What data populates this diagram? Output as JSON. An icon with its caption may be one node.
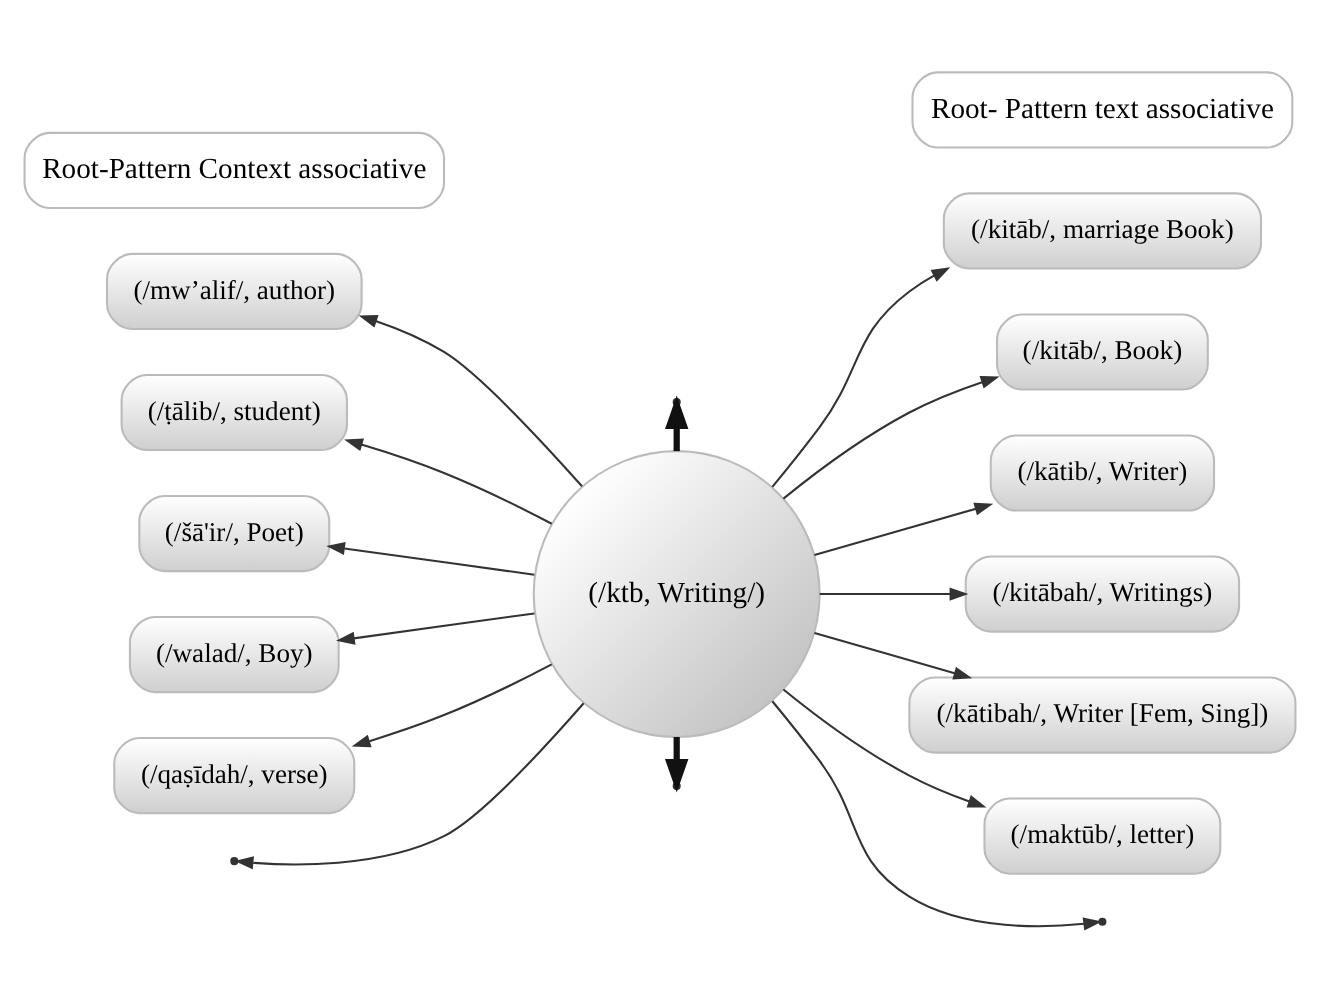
{
  "diagram": {
    "nodes": [
      {
        "text": [
          "Root-Pattern Context associative"
        ]
      },
      {
        "text": [
          "Root- Pattern text associative"
        ]
      },
      {
        "text": [
          "(/ktb, Writing/)"
        ]
      },
      {
        "text": [
          "(/mw’alif/, author)"
        ]
      },
      {
        "text": [
          "(/ṭālib/, student)"
        ]
      },
      {
        "text": [
          "(/šā'ir/, Poet)"
        ]
      },
      {
        "text": [
          "(/walad/, Boy)"
        ]
      },
      {
        "text": [
          "(/qaṣīdah/, verse)"
        ]
      },
      {
        "text": [
          "(/kitāb/, marriage Book)"
        ]
      },
      {
        "text": [
          "(/kitāb/, Book)"
        ]
      },
      {
        "text": [
          "(/kātib/, Writer)"
        ]
      },
      {
        "text": [
          "(/kitābah/, Writings)"
        ]
      },
      {
        "text": [
          "(/kātibah/, Writer [Fem, Sing])"
        ]
      },
      {
        "text": [
          "(/maktūb/, letter)"
        ]
      }
    ],
    "edges": [
      {
        "from": 2,
        "to": 3,
        "arrow": "to"
      },
      {
        "from": 2,
        "to": 4,
        "arrow": "to"
      },
      {
        "from": 2,
        "to": 5,
        "arrow": "to"
      },
      {
        "from": 2,
        "to": 6,
        "arrow": "to"
      },
      {
        "from": 2,
        "to": 7,
        "arrow": "to"
      },
      {
        "from": 2,
        "to": null,
        "arrow": "to"
      },
      {
        "from": 2,
        "to": 8,
        "arrow": "to"
      },
      {
        "from": 2,
        "to": 9,
        "arrow": "to"
      },
      {
        "from": 2,
        "to": 10,
        "arrow": "to"
      },
      {
        "from": 2,
        "to": 11,
        "arrow": "to"
      },
      {
        "from": 2,
        "to": 12,
        "arrow": "to"
      },
      {
        "from": 2,
        "to": 13,
        "arrow": "to"
      },
      {
        "from": 2,
        "to": null,
        "arrow": "to"
      },
      {
        "from": 2,
        "to": null,
        "arrow": "to",
        "style": "thick"
      },
      {
        "from": 2,
        "to": null,
        "arrow": "to",
        "style": "thick"
      }
    ]
  }
}
